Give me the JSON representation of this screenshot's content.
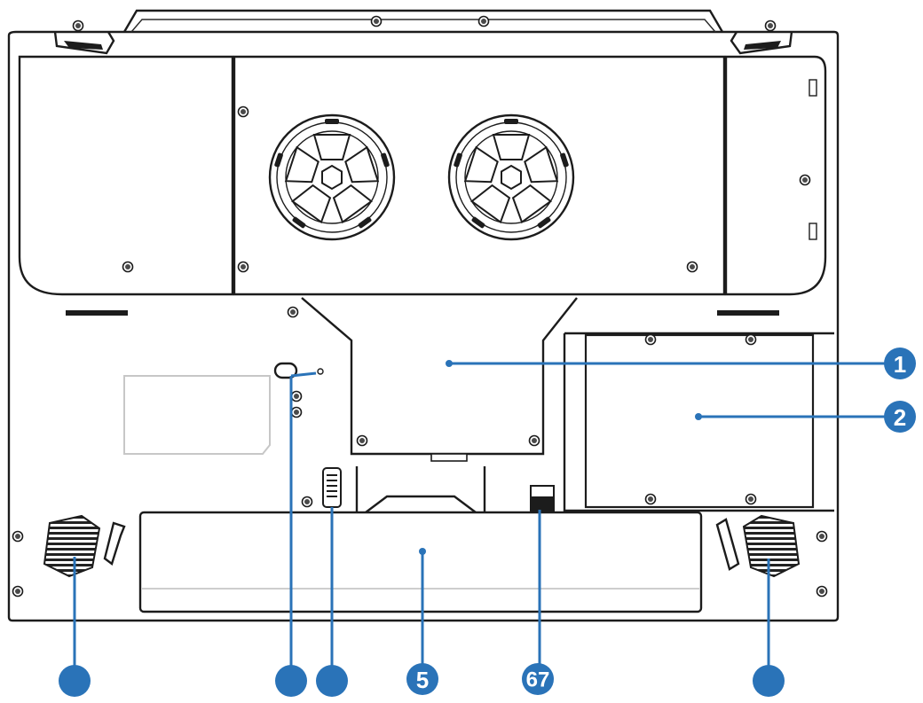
{
  "diagram": {
    "subject": "laptop-bottom-view",
    "callout_color": "#2a73b8",
    "callouts": [
      {
        "id": "c1",
        "label": "1"
      },
      {
        "id": "c2",
        "label": "2"
      },
      {
        "id": "c5",
        "label": "5"
      },
      {
        "id": "c67",
        "label": "67"
      },
      {
        "id": "c-speaker-left",
        "label": ""
      },
      {
        "id": "c-reset",
        "label": ""
      },
      {
        "id": "c-lock",
        "label": ""
      },
      {
        "id": "c-speaker-right",
        "label": ""
      }
    ],
    "icons": [
      "screw-icon",
      "fan-icon",
      "speaker-grille-icon",
      "battery-lock-icon",
      "battery-release-icon",
      "reset-hole-icon"
    ]
  }
}
